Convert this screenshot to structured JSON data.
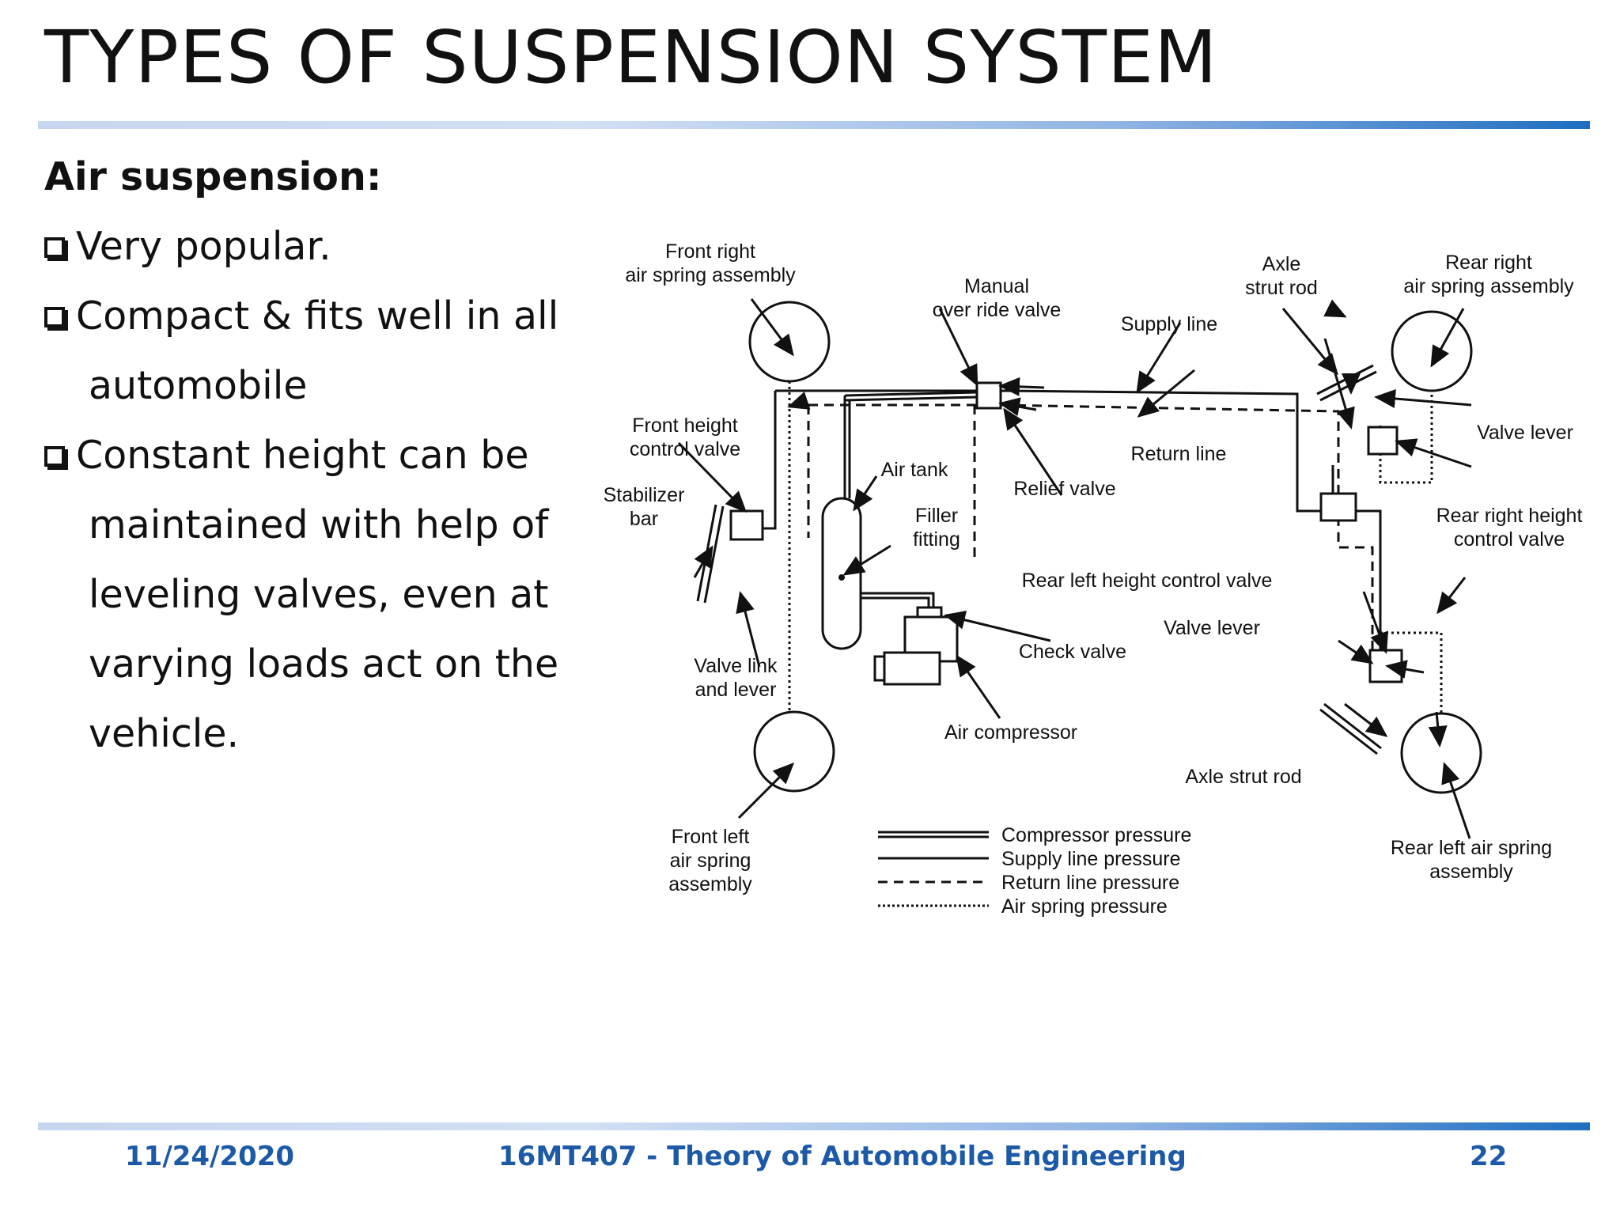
{
  "slide": {
    "title": "TYPES OF SUSPENSION SYSTEM"
  },
  "content": {
    "subheading": "Air suspension:",
    "bullets": [
      "Very popular.",
      "Compact & fits well in all automobile",
      "Constant height can be maintained with help of leveling valves, even at varying loads act on the vehicle."
    ]
  },
  "diagram": {
    "labels": {
      "front_right": [
        "Front right",
        "air spring assembly"
      ],
      "manual_override": [
        "Manual",
        "over ride valve"
      ],
      "supply_line": "Supply line",
      "axle_strut_top": [
        "Axle",
        "strut rod"
      ],
      "rear_right": [
        "Rear right",
        "air spring assembly"
      ],
      "valve_lever_top": "Valve lever",
      "front_height": [
        "Front height",
        "control valve"
      ],
      "return_line": "Return line",
      "air_tank": "Air tank",
      "relief_valve": "Relief valve",
      "stabilizer": [
        "Stabilizer",
        "bar"
      ],
      "filler": [
        "Filler",
        "fitting"
      ],
      "rear_right_height": [
        "Rear right height",
        "control valve"
      ],
      "rear_left_height": "Rear left height control valve",
      "valve_lever_bottom": "Valve lever",
      "check_valve": "Check valve",
      "valve_link": [
        "Valve link",
        "and lever"
      ],
      "air_compressor": "Air compressor",
      "axle_strut_bottom": "Axle strut rod",
      "front_left": [
        "Front left",
        "air spring",
        "assembly"
      ],
      "rear_left": [
        "Rear left air spring",
        "assembly"
      ]
    },
    "legend": [
      "Compressor pressure",
      "Supply line pressure",
      "Return line pressure",
      "Air spring pressure"
    ]
  },
  "footer": {
    "date": "11/24/2020",
    "course": "16MT407 - Theory of Automobile Engineering",
    "page": "22"
  }
}
